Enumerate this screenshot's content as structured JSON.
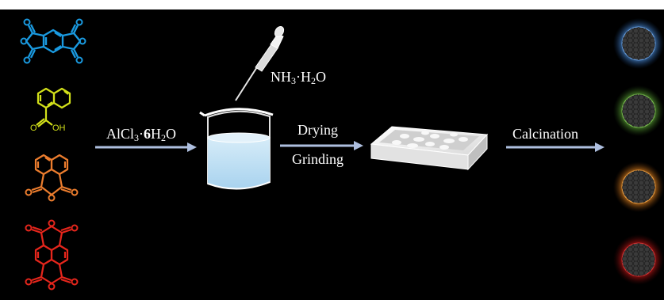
{
  "labels": {
    "reagent_prefix": "AlCl",
    "reagent_sub": "3",
    "reagent_dot": "·",
    "reagent_coef": "6",
    "reagent_h": "H",
    "reagent_h_sub": "2",
    "reagent_o": "O",
    "ammonia_n": "NH",
    "ammonia_n_sub": "3",
    "ammonia_dot": "·H",
    "ammonia_h_sub": "2",
    "ammonia_o": "O",
    "step_drying": "Drying",
    "step_grinding": "Grinding",
    "step_calcination": "Calcination",
    "atom_o": "O",
    "atom_oh": "OH"
  },
  "colors": {
    "background": "#000000",
    "arrow": "#aebfdf",
    "molecule_1": "#1a9ae0",
    "molecule_2": "#d2e01a",
    "molecule_3": "#ec7d2e",
    "molecule_4": "#e6261c",
    "product_1": "#4f8fd8",
    "product_2": "#5fa838",
    "product_3": "#ea8a22",
    "product_4": "#c41818",
    "liquid": "#bfe0f4"
  },
  "icons": [
    "pyromellitic-dianhydride-icon",
    "naphthoic-acid-icon",
    "naphthalic-anhydride-icon",
    "naphthalene-dianhydride-icon",
    "beaker-icon",
    "dropper-icon",
    "crucible-icon",
    "glowing-nanosheet-icon"
  ]
}
